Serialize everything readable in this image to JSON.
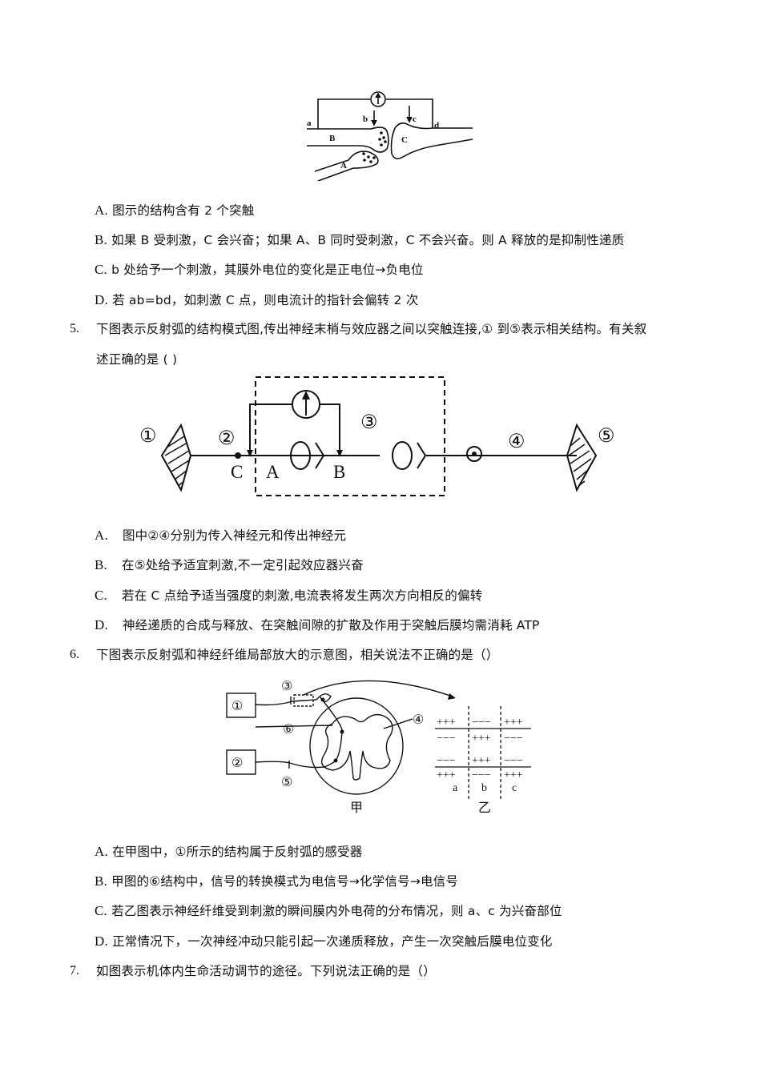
{
  "q4": {
    "figure": {
      "labels": [
        "a",
        "b",
        "c",
        "d",
        "A",
        "B",
        "C"
      ]
    },
    "options": [
      {
        "letter": "A.",
        "text": "图示的结构含有 2 个突触"
      },
      {
        "letter": "B.",
        "text": "如果 B 受刺激，C 会兴奋；如果 A、B 同时受刺激，C 不会兴奋。则 A 释放的是抑制性递质"
      },
      {
        "letter": "C.",
        "text": "b 处给予一个刺激，其膜外电位的变化是正电位→负电位"
      },
      {
        "letter": "D.",
        "text": "若 ab=bd，如刺激 C 点，则电流计的指针会偏转 2 次"
      }
    ]
  },
  "q5": {
    "number": "5.",
    "stem_line1": "下图表示反射弧的结构模式图,传出神经末梢与效应器之间以突触连接,① 到⑤表示相关结构。有关叙",
    "stem_line2": "述正确的是 ( )",
    "figure": {
      "labels": {
        "n1": "①",
        "n2": "②",
        "n3": "③",
        "n4": "④",
        "n5": "⑤",
        "C": "C",
        "A": "A",
        "B": "B"
      }
    },
    "options": [
      {
        "letter": "A.",
        "text": "图中②④分别为传入神经元和传出神经元"
      },
      {
        "letter": "B.",
        "text": "在⑤处给予适宜刺激,不一定引起效应器兴奋"
      },
      {
        "letter": "C.",
        "text": "若在 C 点给予适当强度的刺激,电流表将发生两次方向相反的偏转"
      },
      {
        "letter": "D.",
        "text": "神经递质的合成与释放、在突触间隙的扩散及作用于突触后膜均需消耗 ATP"
      }
    ]
  },
  "q6": {
    "number": "6.",
    "stem": "下图表示反射弧和神经纤维局部放大的示意图，相关说法不正确的是（）",
    "figure": {
      "left_caption": "甲",
      "right_caption": "乙",
      "labels": {
        "n1": "①",
        "n2": "②",
        "n3": "③",
        "n4": "④",
        "n5": "⑤",
        "n6": "⑥"
      },
      "charges": {
        "row1": [
          "+++",
          "−−−",
          "+++"
        ],
        "row2": [
          "−−−",
          "+++",
          "−−−"
        ],
        "row3": [
          "−−−",
          "+++",
          "−−−"
        ],
        "row4": [
          "+++",
          "−−−",
          "+++"
        ]
      },
      "columns": [
        "a",
        "b",
        "c"
      ]
    },
    "options": [
      {
        "letter": "A.",
        "text": "在甲图中，①所示的结构属于反射弧的感受器"
      },
      {
        "letter": "B.",
        "text": "甲图的⑥结构中，信号的转换模式为电信号→化学信号→电信号"
      },
      {
        "letter": "C.",
        "text": "若乙图表示神经纤维受到刺激的瞬间膜内外电荷的分布情况，则 a、c 为兴奋部位"
      },
      {
        "letter": "D.",
        "text": "正常情况下，一次神经冲动只能引起一次递质释放，产生一次突触后膜电位变化"
      }
    ]
  },
  "q7": {
    "number": "7.",
    "stem": "如图表示机体内生命活动调节的途径。下列说法正确的是（）"
  }
}
